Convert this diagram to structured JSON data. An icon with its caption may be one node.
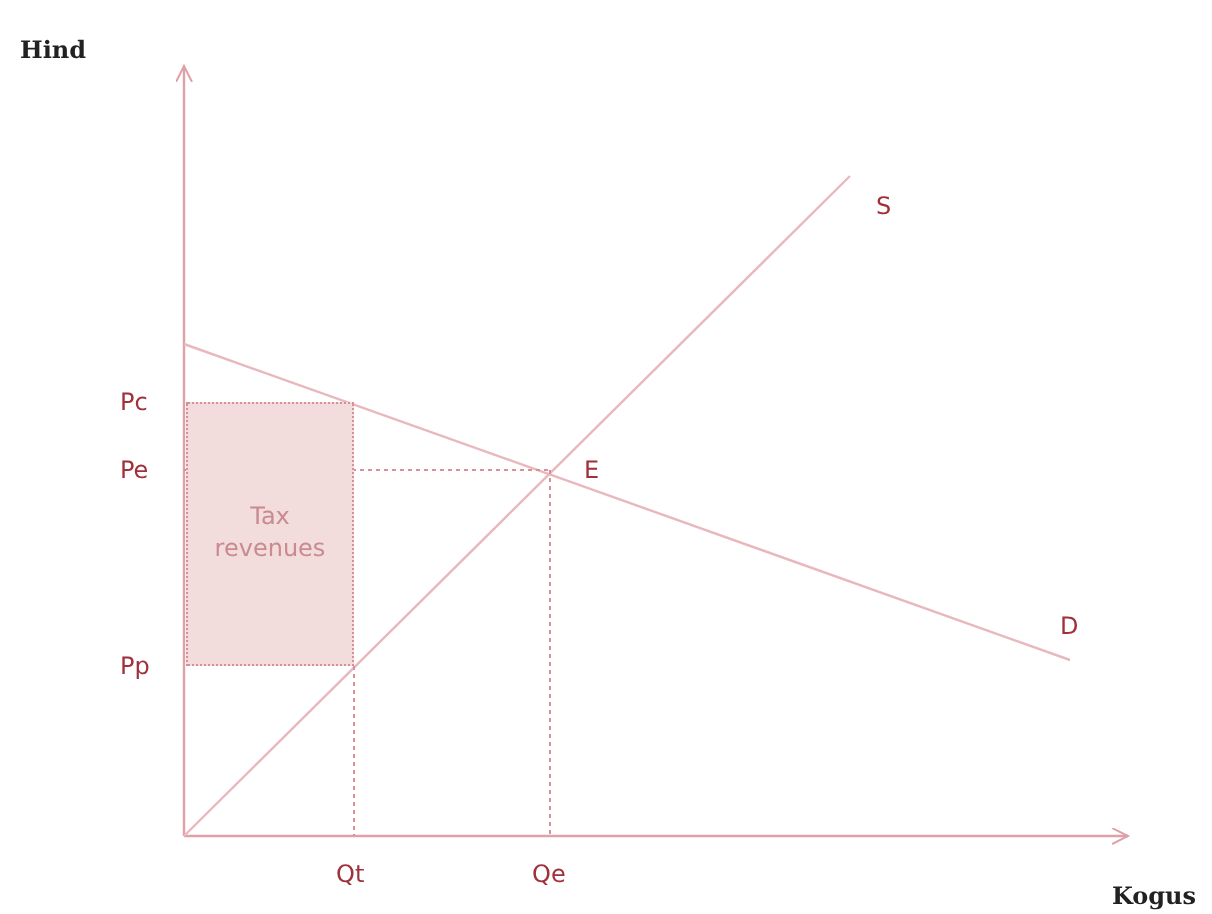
{
  "diagram": {
    "nodes": [
      {
        "text": [
          "Tax revenues"
        ]
      }
    ],
    "labels": [
      "Hind",
      "S",
      "Pc",
      "Pe",
      "E",
      "Pp",
      "D",
      "Qt",
      "Qe",
      "Kogus"
    ]
  }
}
